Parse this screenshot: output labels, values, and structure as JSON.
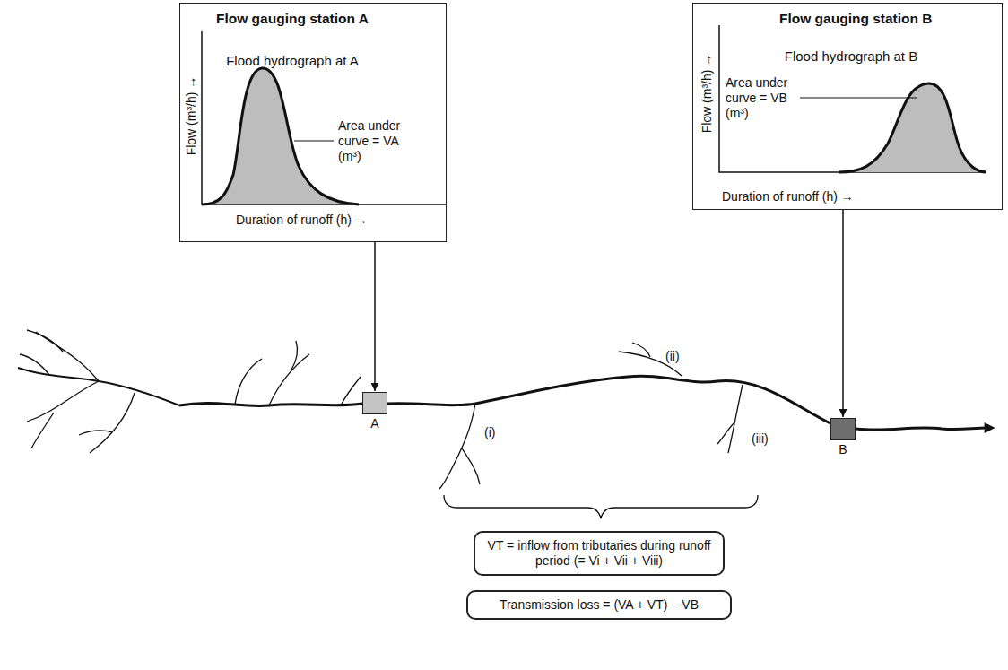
{
  "diagram": {
    "nodes": [
      {
        "text": [
          "Flow gauging station A",
          "Flood hydrograph at A",
          "Flow (m³/h) →",
          "Area under curve = VA (m³)",
          "Duration of runoff (h) →"
        ]
      },
      {
        "text": [
          "Flow gauging station B",
          "Flood hydrograph at B",
          "Flow (m³/h) →",
          "Area under curve = VB (m³)",
          "Duration of runoff (h) →"
        ]
      },
      {
        "text": [
          "A"
        ]
      },
      {
        "text": [
          "B"
        ]
      },
      {
        "text": [
          "VT = inflow from tributaries during runoff period (= Vi + Vii + Viii)"
        ]
      },
      {
        "text": [
          "Transmission loss = (VA + VT) − VB"
        ]
      }
    ],
    "edges": [
      {
        "from": 0,
        "to": 2,
        "arrow": "to"
      },
      {
        "from": 1,
        "to": 3,
        "arrow": "to"
      }
    ],
    "labels": [
      "(i)",
      "(ii)",
      "(iii)"
    ]
  }
}
